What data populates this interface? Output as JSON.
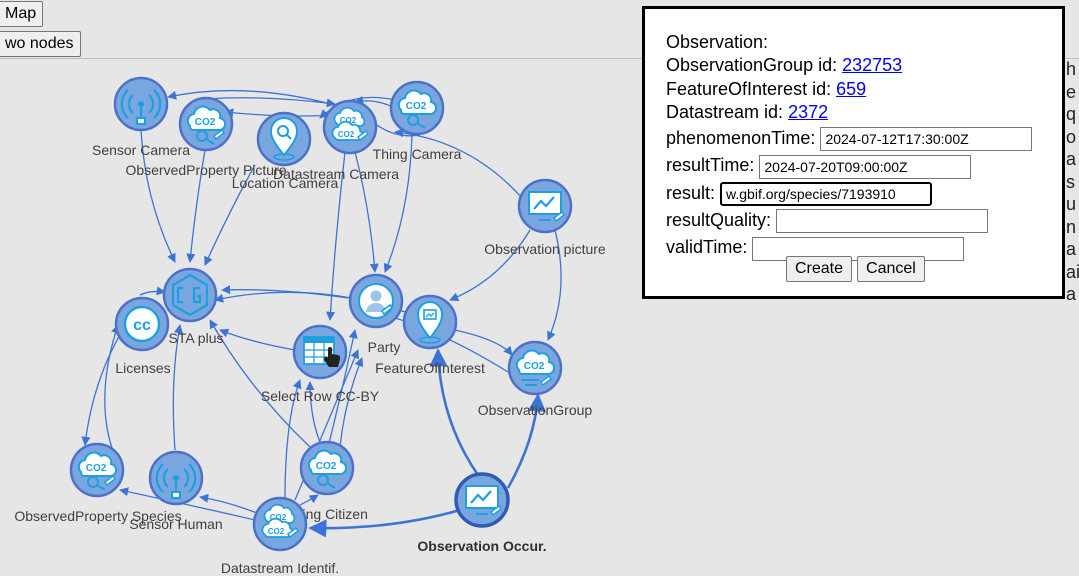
{
  "toolbar": {
    "map_label": "Map",
    "two_nodes_label": "wo nodes"
  },
  "colors": {
    "node_fill": "#7aa6e0",
    "node_ring": "#4b72c8",
    "edge": "#3c74d6",
    "icon": "#1e9fe0"
  },
  "nodes": [
    {
      "id": "sensor_camera",
      "label": "Sensor Camera",
      "icon": "sensor-icon"
    },
    {
      "id": "obsprop_picture",
      "label": "ObservedProperty Picture",
      "icon": "co2-cloud-icon"
    },
    {
      "id": "location_camera",
      "label": "Location Camera",
      "icon": "location-pin-icon"
    },
    {
      "id": "datastream_camera",
      "label": "Datastream Camera",
      "icon": "co2-stack-icon"
    },
    {
      "id": "thing_camera",
      "label": "Thing Camera",
      "icon": "co2-cloud-icon"
    },
    {
      "id": "observation_picture",
      "label": "Observation picture",
      "icon": "chart-monitor-icon"
    },
    {
      "id": "sta_plus",
      "label": "STA plus",
      "icon": "sta-logo-icon"
    },
    {
      "id": "licenses",
      "label": "Licenses",
      "icon": "cc-icon"
    },
    {
      "id": "party",
      "label": "Party",
      "icon": "person-icon"
    },
    {
      "id": "select_row",
      "label": "Select Row CC-BY",
      "icon": "table-hand-icon"
    },
    {
      "id": "feature_of_interest",
      "label": "FeatureOfInterest",
      "icon": "feature-icon"
    },
    {
      "id": "observation_group",
      "label": "ObservationGroup",
      "icon": "co2-cloud-icon"
    },
    {
      "id": "obsprop_species",
      "label": "ObservedProperty Species",
      "icon": "co2-cloud-icon"
    },
    {
      "id": "sensor_human",
      "label": "Sensor Human",
      "icon": "sensor-icon"
    },
    {
      "id": "thing_citizen",
      "label": "Thing Citizen",
      "icon": "co2-cloud-icon"
    },
    {
      "id": "datastream_identif",
      "label": "Datastream Identif.",
      "icon": "co2-stack-icon"
    },
    {
      "id": "observation_occur",
      "label": "Observation Occur.",
      "icon": "chart-monitor-icon",
      "bold": true
    }
  ],
  "dialog": {
    "title": "Observation:",
    "observation_group": {
      "label": "ObservationGroup id:",
      "value": "232753"
    },
    "feature_of_interest": {
      "label": "FeatureOfInterest id:",
      "value": "659"
    },
    "datastream": {
      "label": "Datastream id:",
      "value": "2372"
    },
    "phenomenon_time": {
      "label": "phenomenonTime:",
      "value": "2024-07-12T17:30:00Z"
    },
    "result_time": {
      "label": "resultTime:",
      "value": "2024-07-20T09:00:00Z"
    },
    "result": {
      "label": "result:",
      "value": "w.gbif.org/species/7193910"
    },
    "result_quality": {
      "label": "resultQuality:",
      "value": ""
    },
    "valid_time": {
      "label": "validTime:",
      "value": ""
    },
    "create_label": "Create",
    "cancel_label": "Cancel"
  },
  "cutoff_text": [
    "h",
    "e",
    "q",
    "o",
    "a",
    "s",
    "u",
    "n",
    "a",
    "ai",
    "a"
  ]
}
